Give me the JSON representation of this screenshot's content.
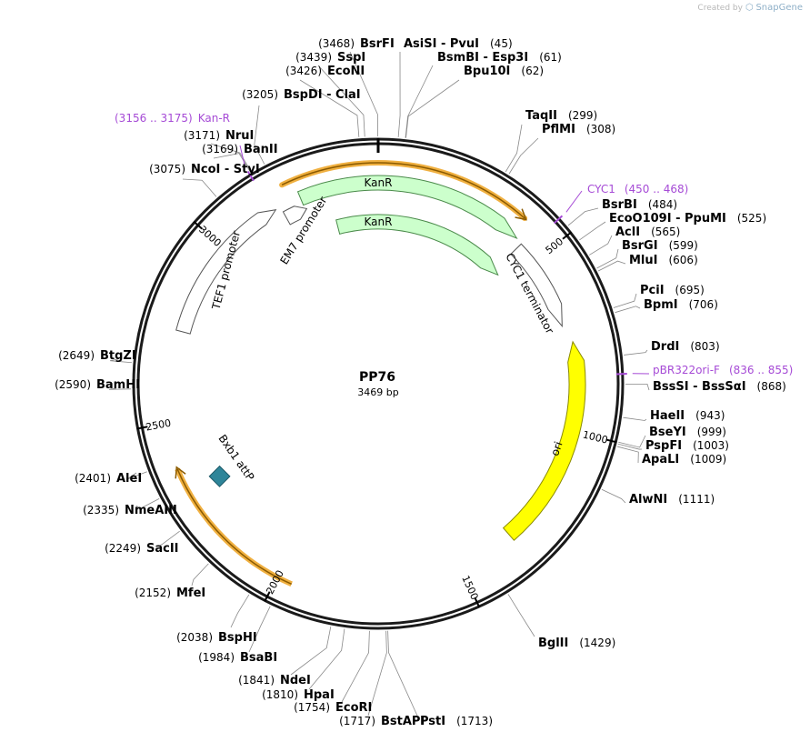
{
  "credit": {
    "prefix": "Created by",
    "brand": "SnapGene"
  },
  "plasmid": {
    "name": "PP76",
    "size_label": "3469 bp",
    "length": 3469
  },
  "ticks": [
    "500",
    "1000",
    "1500",
    "2000",
    "2500",
    "3000"
  ],
  "enzymes": [
    {
      "id": "bsrfi",
      "name": "BsrFI",
      "pos": "(3468)"
    },
    {
      "id": "sspi",
      "name": "SspI",
      "pos": "(3439)"
    },
    {
      "id": "econi",
      "name": "EcoNI",
      "pos": "(3426)"
    },
    {
      "id": "bspdi",
      "name": "BspDI  -  ClaI",
      "pos": "(3205)"
    },
    {
      "id": "nrui",
      "name": "NruI",
      "pos": "(3171)"
    },
    {
      "id": "banii",
      "name": "BanII",
      "pos": "(3169)"
    },
    {
      "id": "ncoi",
      "name": "NcoI  -  StyI",
      "pos": "(3075)"
    },
    {
      "id": "btgzi",
      "name": "BtgZI",
      "pos": "(2649)"
    },
    {
      "id": "bamhi",
      "name": "BamHI",
      "pos": "(2590)"
    },
    {
      "id": "alei",
      "name": "AleI",
      "pos": "(2401)"
    },
    {
      "id": "nmeaiii",
      "name": "NmeAIII",
      "pos": "(2335)"
    },
    {
      "id": "sacii",
      "name": "SacII",
      "pos": "(2249)"
    },
    {
      "id": "mfei",
      "name": "MfeI",
      "pos": "(2152)"
    },
    {
      "id": "bsphi",
      "name": "BspHI",
      "pos": "(2038)"
    },
    {
      "id": "bsabi",
      "name": "BsaBI",
      "pos": "(1984)"
    },
    {
      "id": "ndei",
      "name": "NdeI",
      "pos": "(1841)"
    },
    {
      "id": "hpai",
      "name": "HpaI",
      "pos": "(1810)"
    },
    {
      "id": "ecori",
      "name": "EcoRI",
      "pos": "(1754)"
    },
    {
      "id": "bstapi",
      "name": "BstAPI",
      "pos": "(1717)"
    },
    {
      "id": "psti",
      "name": "PstI",
      "pos": "(1713)"
    },
    {
      "id": "bglii",
      "name": "BglII",
      "pos": "(1429)"
    },
    {
      "id": "alwni",
      "name": "AlwNI",
      "pos": "(1111)"
    },
    {
      "id": "apali",
      "name": "ApaLI",
      "pos": "(1009)"
    },
    {
      "id": "pspfi",
      "name": "PspFI",
      "pos": "(1003)"
    },
    {
      "id": "bseyi",
      "name": "BseYI",
      "pos": "(999)"
    },
    {
      "id": "haeii",
      "name": "HaeII",
      "pos": "(943)"
    },
    {
      "id": "bsssi",
      "name": "BssSI  -  BssSαI",
      "pos": "(868)"
    },
    {
      "id": "drdi",
      "name": "DrdI",
      "pos": "(803)"
    },
    {
      "id": "bpmi",
      "name": "BpmI",
      "pos": "(706)"
    },
    {
      "id": "pcii",
      "name": "PciI",
      "pos": "(695)"
    },
    {
      "id": "mlui",
      "name": "MluI",
      "pos": "(606)"
    },
    {
      "id": "bsrgi",
      "name": "BsrGI",
      "pos": "(599)"
    },
    {
      "id": "acli",
      "name": "AclI",
      "pos": "(565)"
    },
    {
      "id": "eco0109i",
      "name": "EcoO109I  -  PpuMI",
      "pos": "(525)"
    },
    {
      "id": "bsrbi",
      "name": "BsrBI",
      "pos": "(484)"
    },
    {
      "id": "pflmi",
      "name": "PflMI",
      "pos": "(308)"
    },
    {
      "id": "taqii",
      "name": "TaqII",
      "pos": "(299)"
    },
    {
      "id": "bpu10i",
      "name": "Bpu10I",
      "pos": "(62)"
    },
    {
      "id": "bsmbi",
      "name": "BsmBI  -  Esp3I",
      "pos": "(61)"
    },
    {
      "id": "asisi",
      "name": "AsiSI  -  PvuI",
      "pos": "(45)"
    }
  ],
  "primers": [
    {
      "id": "kanr",
      "name": "Kan-R",
      "range": "(3156 .. 3175)"
    },
    {
      "id": "cyc1",
      "name": "CYC1",
      "range": "(450 .. 468)"
    },
    {
      "id": "pbr322",
      "name": "pBR322ori-F",
      "range": "(836 .. 855)"
    }
  ],
  "features": {
    "kanr_outer": "KanR",
    "kanr_inner": "KanR",
    "cyc1": "CYC1 terminator",
    "ori": "ori",
    "em7": "EM7 promoter",
    "tef1": "TEF1 promoter",
    "bxb1": "Bxb1 attP"
  },
  "colors": {
    "backbone": "#1a1a1a",
    "primer": "#a64bd6",
    "cds_fill": "#ccffcc",
    "ori_fill": "#ffff00",
    "highlight": "#f0b040",
    "attp": "#2e8599"
  }
}
